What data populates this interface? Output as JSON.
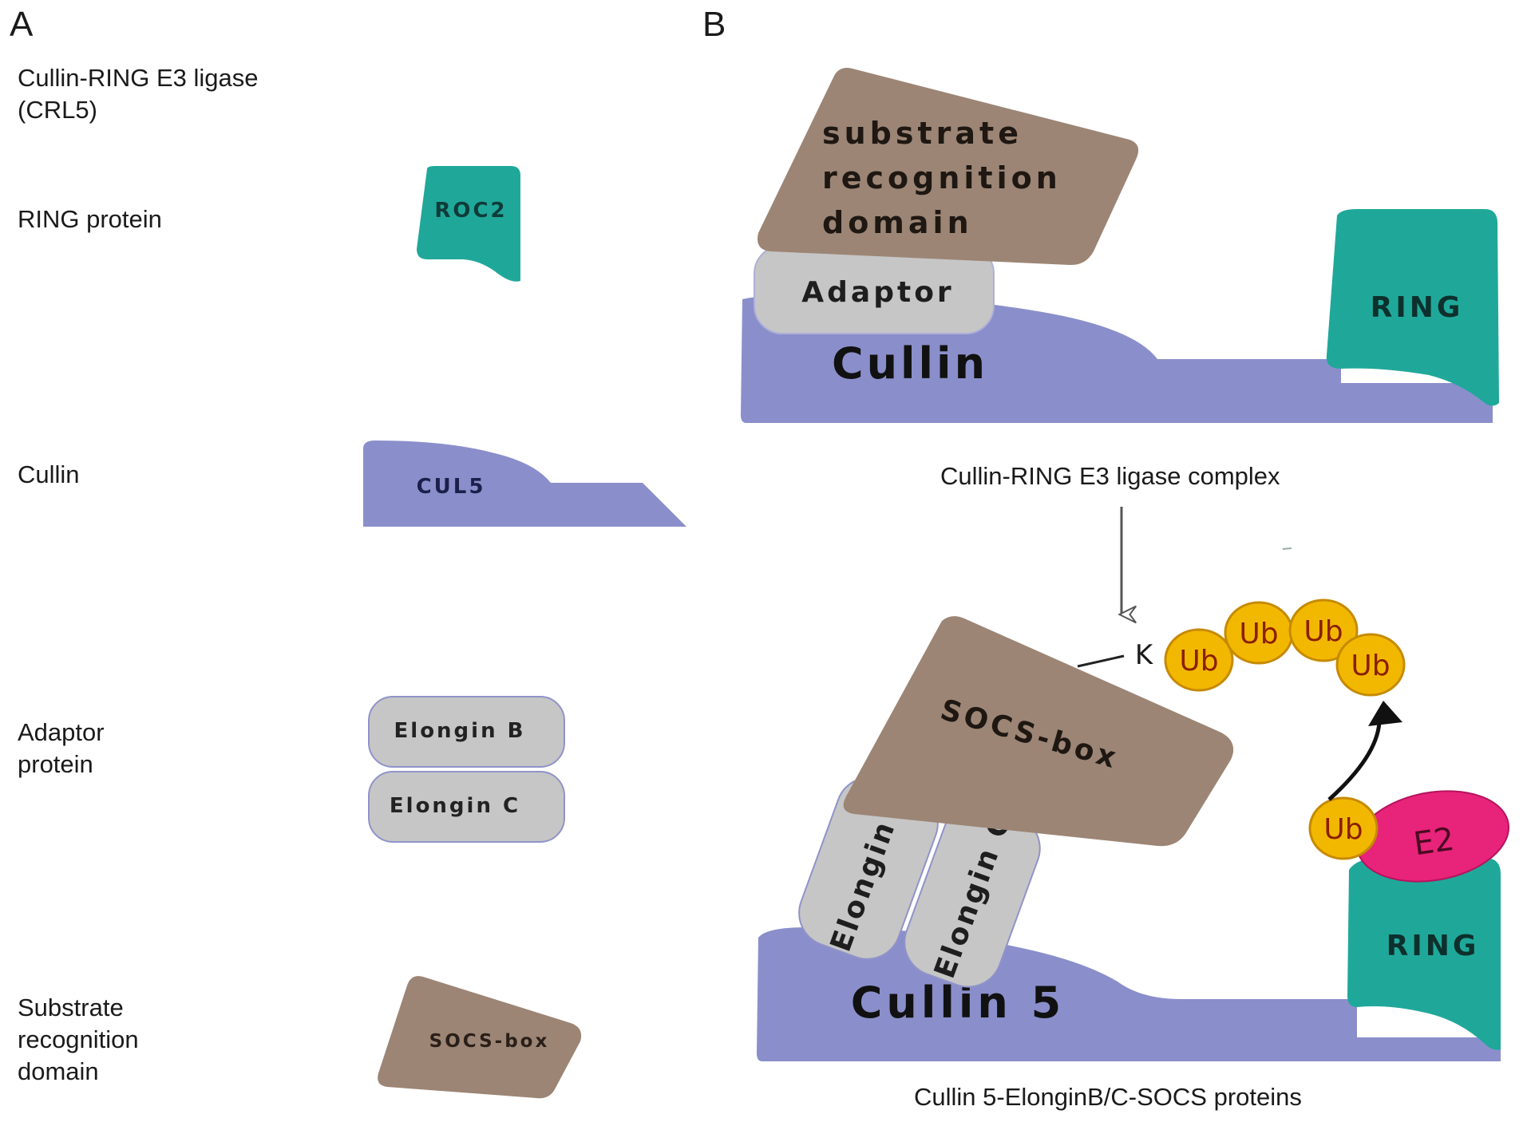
{
  "panel_a": {
    "letter": "A",
    "title_line1": "Cullin-RING E3 ligase",
    "title_line2": "(CRL5)",
    "ring_label": "RING protein",
    "cullin_label": "Cullin",
    "adaptor_label_line1": "Adaptor",
    "adaptor_label_line2": "protein",
    "substrate_label_line1": "Substrate",
    "substrate_label_line2": "recognition",
    "substrate_label_line3": "domain",
    "roc2": "ROC2",
    "cul5": "CUL5",
    "elongin_b": "Elongin B",
    "elongin_c": "Elongin C",
    "socs_box": "SOCS-box"
  },
  "panel_b": {
    "letter": "B",
    "top": {
      "substrate_line1": "substrate",
      "substrate_line2": "recognition",
      "substrate_line3": "domain",
      "adaptor": "Adaptor",
      "cullin": "Cullin",
      "ring": "RING",
      "caption": "Cullin-RING E3 ligase complex"
    },
    "bottom": {
      "socs_box": "SOCS-box",
      "elongin_b": "Elongin B",
      "elongin_c": "Elongin C",
      "cullin5": "Cullin 5",
      "ring": "RING",
      "lysine": "K",
      "ub": "Ub",
      "e2": "E2",
      "caption": "Cullin 5-ElonginB/C-SOCS proteins"
    }
  },
  "colors": {
    "cullin": "#8a8fcb",
    "ring": "#1fa89a",
    "substrate": "#9c8575",
    "adaptor": "#c6c6c6",
    "ub": "#f2b800",
    "e2": "#e8237a"
  }
}
